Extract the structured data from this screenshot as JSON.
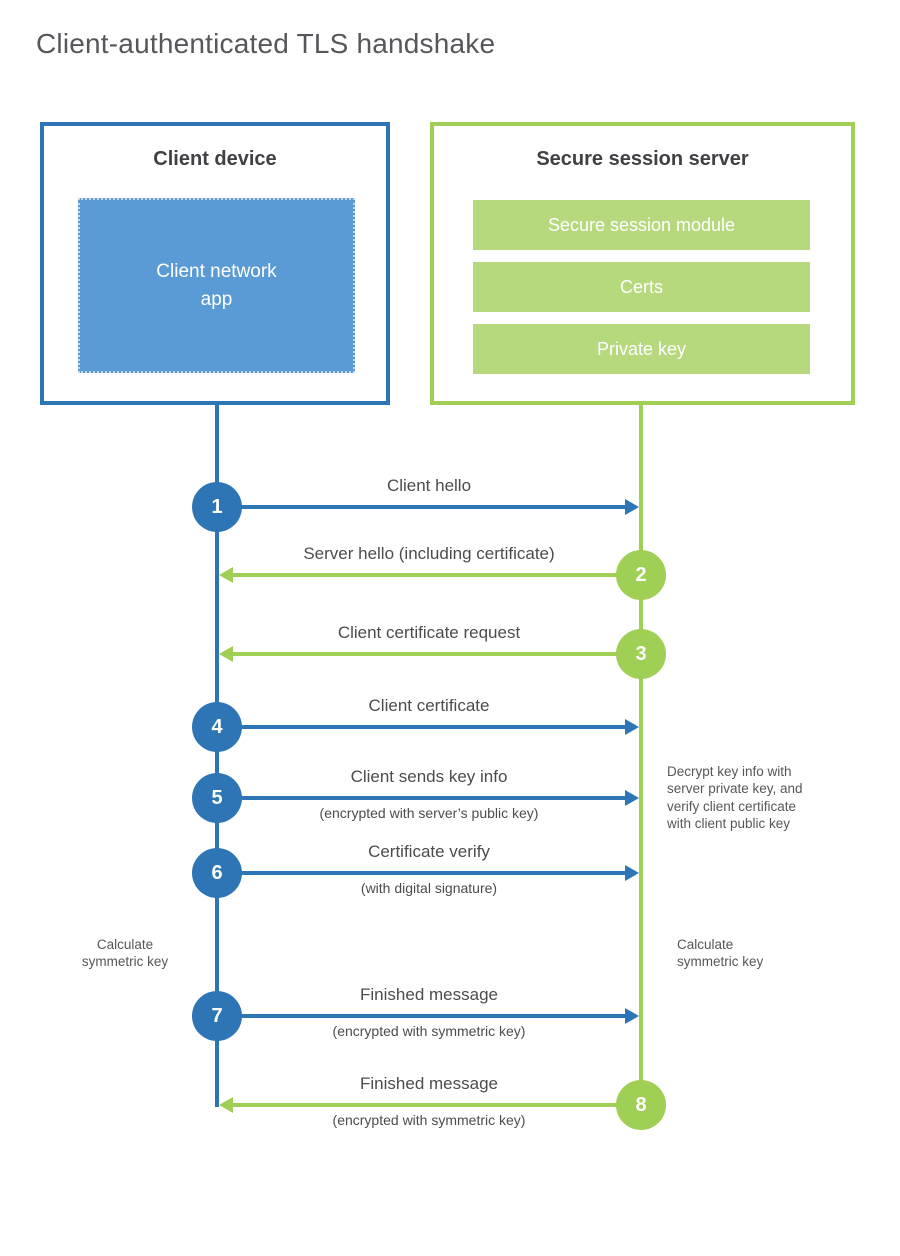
{
  "title": "Client-authenticated TLS handshake",
  "client": {
    "title": "Client device",
    "app_lines": [
      "Client network",
      "app"
    ]
  },
  "server": {
    "title": "Secure session server",
    "modules": [
      "Secure session module",
      "Certs",
      "Private key"
    ]
  },
  "steps": [
    {
      "num": "1",
      "from": "client",
      "label": "Client hello",
      "sublabel": ""
    },
    {
      "num": "2",
      "from": "server",
      "label": "Server hello (including certificate)",
      "sublabel": ""
    },
    {
      "num": "3",
      "from": "server",
      "label": "Client certificate request",
      "sublabel": ""
    },
    {
      "num": "4",
      "from": "client",
      "label": "Client certificate",
      "sublabel": ""
    },
    {
      "num": "5",
      "from": "client",
      "label": "Client sends key info",
      "sublabel": "(encrypted with server’s public key)"
    },
    {
      "num": "6",
      "from": "client",
      "label": "Certificate verify",
      "sublabel": "(with digital signature)"
    },
    {
      "num": "7",
      "from": "client",
      "label": "Finished message",
      "sublabel": "(encrypted with symmetric key)"
    },
    {
      "num": "8",
      "from": "server",
      "label": "Finished message",
      "sublabel": "(encrypted with symmetric key)"
    }
  ],
  "notes": {
    "decrypt": [
      "Decrypt key info with",
      "server private key, and",
      "verify client certificate",
      "with client public key"
    ],
    "calc_left": [
      "Calculate",
      "symmetric key"
    ],
    "calc_right": [
      "Calculate",
      "symmetric key"
    ]
  },
  "colors": {
    "blue": "#2e75b6",
    "blue_fill": "#5b9bd5",
    "green": "#9fcf54",
    "green_fill": "#b6d97e"
  }
}
